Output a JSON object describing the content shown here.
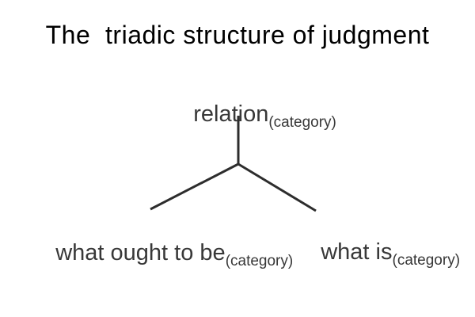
{
  "title": "The  triadic structure of judgment",
  "diagram": {
    "nodes": {
      "top": {
        "label": "relation",
        "subscript": "(category)"
      },
      "left": {
        "label": "what ought to be",
        "subscript": "(category)"
      },
      "right": {
        "label": "what is",
        "subscript": "(category)"
      }
    },
    "colors": {
      "title": "#000000",
      "text": "#383838",
      "line": "#2d2d2d"
    }
  }
}
